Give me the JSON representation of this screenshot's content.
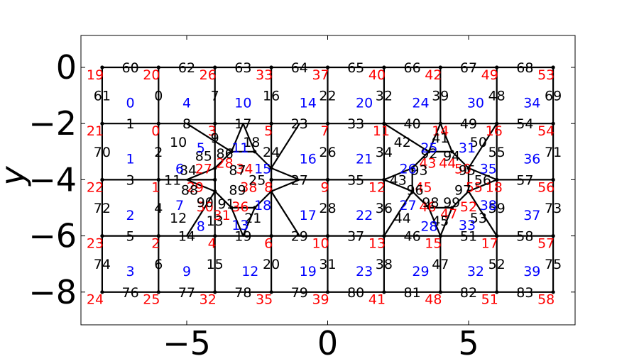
{
  "chart_data": {
    "type": "mesh",
    "x_ticks": [
      "−5",
      "0",
      "5"
    ],
    "y_ticks": [
      "0",
      "−2",
      "−4",
      "−6",
      "−8"
    ],
    "ylabel": "y",
    "colors": {
      "vertex": "#ff0000",
      "edge": "#000000",
      "element": "#0000ff"
    },
    "grid_x": [
      -8,
      -6,
      -4,
      -2,
      0,
      2,
      4,
      6,
      8
    ],
    "grid_y": [
      0,
      -2,
      -4,
      -6,
      -8
    ],
    "hole_centers": [
      [
        -3,
        -4
      ],
      [
        4,
        -4
      ]
    ],
    "octagon_radius": 1.08,
    "labels": [
      {
        "k": "v",
        "t": "19",
        "x": -8.25,
        "y": -0.25
      },
      {
        "k": "v",
        "t": "20",
        "x": -6.25,
        "y": -0.25
      },
      {
        "k": "v",
        "t": "26",
        "x": -4.25,
        "y": -0.25
      },
      {
        "k": "v",
        "t": "33",
        "x": -2.25,
        "y": -0.25
      },
      {
        "k": "v",
        "t": "37",
        "x": -0.25,
        "y": -0.25
      },
      {
        "k": "v",
        "t": "40",
        "x": 1.75,
        "y": -0.25
      },
      {
        "k": "v",
        "t": "42",
        "x": 3.75,
        "y": -0.25
      },
      {
        "k": "v",
        "t": "49",
        "x": 5.75,
        "y": -0.25
      },
      {
        "k": "v",
        "t": "53",
        "x": 7.75,
        "y": -0.25
      },
      {
        "k": "v",
        "t": "21",
        "x": -8.25,
        "y": -2.25
      },
      {
        "k": "v",
        "t": "0",
        "x": -6.1,
        "y": -2.25
      },
      {
        "k": "v",
        "t": "3",
        "x": -4.1,
        "y": -2.25
      },
      {
        "k": "v",
        "t": "5",
        "x": -2.1,
        "y": -2.25
      },
      {
        "k": "v",
        "t": "7",
        "x": -0.1,
        "y": -2.25
      },
      {
        "k": "v",
        "t": "11",
        "x": 1.9,
        "y": -2.25
      },
      {
        "k": "v",
        "t": "14",
        "x": 4.0,
        "y": -2.25
      },
      {
        "k": "v",
        "t": "16",
        "x": 5.9,
        "y": -2.25
      },
      {
        "k": "v",
        "t": "54",
        "x": 7.75,
        "y": -2.25
      },
      {
        "k": "v",
        "t": "22",
        "x": -8.25,
        "y": -4.25
      },
      {
        "k": "v",
        "t": "1",
        "x": -6.1,
        "y": -4.25
      },
      {
        "k": "v",
        "t": "8",
        "x": -2.1,
        "y": -4.25
      },
      {
        "k": "v",
        "t": "9",
        "x": -0.1,
        "y": -4.25
      },
      {
        "k": "v",
        "t": "12",
        "x": 1.75,
        "y": -4.25
      },
      {
        "k": "v",
        "t": "18",
        "x": 5.9,
        "y": -4.25
      },
      {
        "k": "v",
        "t": "56",
        "x": 7.75,
        "y": -4.25
      },
      {
        "k": "v",
        "t": "23",
        "x": -8.25,
        "y": -6.25
      },
      {
        "k": "v",
        "t": "2",
        "x": -6.1,
        "y": -6.25
      },
      {
        "k": "v",
        "t": "4",
        "x": -4.1,
        "y": -6.25
      },
      {
        "k": "v",
        "t": "6",
        "x": -2.1,
        "y": -6.25
      },
      {
        "k": "v",
        "t": "10",
        "x": -0.25,
        "y": -6.25
      },
      {
        "k": "v",
        "t": "13",
        "x": 1.75,
        "y": -6.25
      },
      {
        "k": "v",
        "t": "15",
        "x": 3.75,
        "y": -6.25
      },
      {
        "k": "v",
        "t": "17",
        "x": 5.75,
        "y": -6.25
      },
      {
        "k": "v",
        "t": "57",
        "x": 7.75,
        "y": -6.25
      },
      {
        "k": "v",
        "t": "24",
        "x": -8.25,
        "y": -8.25
      },
      {
        "k": "v",
        "t": "25",
        "x": -6.25,
        "y": -8.25
      },
      {
        "k": "v",
        "t": "32",
        "x": -4.25,
        "y": -8.25
      },
      {
        "k": "v",
        "t": "35",
        "x": -2.25,
        "y": -8.25
      },
      {
        "k": "v",
        "t": "39",
        "x": -0.25,
        "y": -8.25
      },
      {
        "k": "v",
        "t": "41",
        "x": 1.75,
        "y": -8.25
      },
      {
        "k": "v",
        "t": "48",
        "x": 3.75,
        "y": -8.25
      },
      {
        "k": "v",
        "t": "51",
        "x": 5.75,
        "y": -8.25
      },
      {
        "k": "v",
        "t": "58",
        "x": 7.75,
        "y": -8.25
      },
      {
        "k": "v",
        "t": "27",
        "x": -4.4,
        "y": -3.6
      },
      {
        "k": "v",
        "t": "28",
        "x": -3.65,
        "y": -3.4
      },
      {
        "k": "v",
        "t": "34",
        "x": -2.95,
        "y": -3.6
      },
      {
        "k": "v",
        "t": "38",
        "x": -2.8,
        "y": -4.25
      },
      {
        "k": "v",
        "t": "29",
        "x": -4.7,
        "y": -4.25
      },
      {
        "k": "v",
        "t": "30",
        "x": -4.35,
        "y": -4.95
      },
      {
        "k": "v",
        "t": "31",
        "x": -3.75,
        "y": -5.25
      },
      {
        "k": "v",
        "t": "36",
        "x": -3.1,
        "y": -4.95
      },
      {
        "k": "v",
        "t": "43",
        "x": 3.55,
        "y": -3.4
      },
      {
        "k": "v",
        "t": "44",
        "x": 4.25,
        "y": -3.4
      },
      {
        "k": "v",
        "t": "50",
        "x": 4.8,
        "y": -3.6
      },
      {
        "k": "v",
        "t": "45",
        "x": 3.4,
        "y": -4.25
      },
      {
        "k": "v",
        "t": "55",
        "x": 5.2,
        "y": -4.25
      },
      {
        "k": "v",
        "t": "46",
        "x": 3.55,
        "y": -4.95
      },
      {
        "k": "v",
        "t": "47",
        "x": 4.3,
        "y": -5.2
      },
      {
        "k": "v",
        "t": "52",
        "x": 5.0,
        "y": -4.95
      },
      {
        "k": "e",
        "t": "60",
        "x": -7.0,
        "y": 0.0
      },
      {
        "k": "e",
        "t": "62",
        "x": -5.0,
        "y": 0.0
      },
      {
        "k": "e",
        "t": "63",
        "x": -3.0,
        "y": 0.0
      },
      {
        "k": "e",
        "t": "64",
        "x": -1.0,
        "y": 0.0
      },
      {
        "k": "e",
        "t": "65",
        "x": 1.0,
        "y": 0.0
      },
      {
        "k": "e",
        "t": "66",
        "x": 3.0,
        "y": 0.0
      },
      {
        "k": "e",
        "t": "67",
        "x": 5.0,
        "y": 0.0
      },
      {
        "k": "e",
        "t": "68",
        "x": 7.0,
        "y": 0.0
      },
      {
        "k": "e",
        "t": "61",
        "x": -8.0,
        "y": -1.0
      },
      {
        "k": "e",
        "t": "0",
        "x": -6.0,
        "y": -1.0
      },
      {
        "k": "e",
        "t": "7",
        "x": -4.0,
        "y": -1.0
      },
      {
        "k": "e",
        "t": "16",
        "x": -2.0,
        "y": -1.0
      },
      {
        "k": "e",
        "t": "22",
        "x": 0.0,
        "y": -1.0
      },
      {
        "k": "e",
        "t": "32",
        "x": 2.0,
        "y": -1.0
      },
      {
        "k": "e",
        "t": "39",
        "x": 4.0,
        "y": -1.0
      },
      {
        "k": "e",
        "t": "48",
        "x": 6.0,
        "y": -1.0
      },
      {
        "k": "e",
        "t": "69",
        "x": 8.0,
        "y": -1.0
      },
      {
        "k": "e",
        "t": "1",
        "x": -7.0,
        "y": -2.0
      },
      {
        "k": "e",
        "t": "8",
        "x": -5.0,
        "y": -2.0
      },
      {
        "k": "e",
        "t": "17",
        "x": -3.0,
        "y": -2.0
      },
      {
        "k": "e",
        "t": "23",
        "x": -1.0,
        "y": -2.0
      },
      {
        "k": "e",
        "t": "33",
        "x": 1.0,
        "y": -2.0
      },
      {
        "k": "e",
        "t": "40",
        "x": 3.0,
        "y": -2.0
      },
      {
        "k": "e",
        "t": "49",
        "x": 5.0,
        "y": -2.0
      },
      {
        "k": "e",
        "t": "54",
        "x": 7.0,
        "y": -2.0
      },
      {
        "k": "e",
        "t": "70",
        "x": -8.0,
        "y": -3.0
      },
      {
        "k": "e",
        "t": "2",
        "x": -6.0,
        "y": -3.0
      },
      {
        "k": "e",
        "t": "24",
        "x": -2.0,
        "y": -3.0
      },
      {
        "k": "e",
        "t": "26",
        "x": 0.0,
        "y": -3.0
      },
      {
        "k": "e",
        "t": "34",
        "x": 2.0,
        "y": -3.0
      },
      {
        "k": "e",
        "t": "55",
        "x": 6.0,
        "y": -3.0
      },
      {
        "k": "e",
        "t": "71",
        "x": 8.0,
        "y": -3.0
      },
      {
        "k": "e",
        "t": "3",
        "x": -7.0,
        "y": -4.0
      },
      {
        "k": "e",
        "t": "27",
        "x": -1.0,
        "y": -4.0
      },
      {
        "k": "e",
        "t": "35",
        "x": 1.0,
        "y": -4.0
      },
      {
        "k": "e",
        "t": "57",
        "x": 7.0,
        "y": -4.0
      },
      {
        "k": "e",
        "t": "72",
        "x": -8.0,
        "y": -5.0
      },
      {
        "k": "e",
        "t": "4",
        "x": -6.0,
        "y": -5.0
      },
      {
        "k": "e",
        "t": "28",
        "x": 0.0,
        "y": -5.0
      },
      {
        "k": "e",
        "t": "36",
        "x": 2.0,
        "y": -5.0
      },
      {
        "k": "e",
        "t": "59",
        "x": 6.0,
        "y": -5.0
      },
      {
        "k": "e",
        "t": "73",
        "x": 8.0,
        "y": -5.0
      },
      {
        "k": "e",
        "t": "5",
        "x": -7.0,
        "y": -6.0
      },
      {
        "k": "e",
        "t": "14",
        "x": -5.0,
        "y": -6.0
      },
      {
        "k": "e",
        "t": "19",
        "x": -3.0,
        "y": -6.0
      },
      {
        "k": "e",
        "t": "29",
        "x": -1.0,
        "y": -6.0
      },
      {
        "k": "e",
        "t": "37",
        "x": 1.0,
        "y": -6.0
      },
      {
        "k": "e",
        "t": "46",
        "x": 3.0,
        "y": -6.0
      },
      {
        "k": "e",
        "t": "51",
        "x": 5.0,
        "y": -6.0
      },
      {
        "k": "e",
        "t": "58",
        "x": 7.0,
        "y": -6.0
      },
      {
        "k": "e",
        "t": "74",
        "x": -8.0,
        "y": -7.0
      },
      {
        "k": "e",
        "t": "6",
        "x": -6.0,
        "y": -7.0
      },
      {
        "k": "e",
        "t": "15",
        "x": -4.0,
        "y": -7.0
      },
      {
        "k": "e",
        "t": "20",
        "x": -2.0,
        "y": -7.0
      },
      {
        "k": "e",
        "t": "31",
        "x": 0.0,
        "y": -7.0
      },
      {
        "k": "e",
        "t": "38",
        "x": 2.0,
        "y": -7.0
      },
      {
        "k": "e",
        "t": "47",
        "x": 4.0,
        "y": -7.0
      },
      {
        "k": "e",
        "t": "52",
        "x": 6.0,
        "y": -7.0
      },
      {
        "k": "e",
        "t": "75",
        "x": 8.0,
        "y": -7.0
      },
      {
        "k": "e",
        "t": "76",
        "x": -7.0,
        "y": -8.0
      },
      {
        "k": "e",
        "t": "77",
        "x": -5.0,
        "y": -8.0
      },
      {
        "k": "e",
        "t": "78",
        "x": -3.0,
        "y": -8.0
      },
      {
        "k": "e",
        "t": "79",
        "x": -1.0,
        "y": -8.0
      },
      {
        "k": "e",
        "t": "80",
        "x": 1.0,
        "y": -8.0
      },
      {
        "k": "e",
        "t": "81",
        "x": 3.0,
        "y": -8.0
      },
      {
        "k": "e",
        "t": "82",
        "x": 5.0,
        "y": -8.0
      },
      {
        "k": "e",
        "t": "83",
        "x": 7.0,
        "y": -8.0
      },
      {
        "k": "e",
        "t": "10",
        "x": -5.3,
        "y": -2.65
      },
      {
        "k": "e",
        "t": "9",
        "x": -4.0,
        "y": -2.5
      },
      {
        "k": "e",
        "t": "18",
        "x": -2.7,
        "y": -2.65
      },
      {
        "k": "e",
        "t": "85",
        "x": -4.4,
        "y": -3.15
      },
      {
        "k": "e",
        "t": "86",
        "x": -3.65,
        "y": -3.05
      },
      {
        "k": "e",
        "t": "84",
        "x": -4.95,
        "y": -3.65
      },
      {
        "k": "e",
        "t": "87",
        "x": -3.2,
        "y": -3.65
      },
      {
        "k": "e",
        "t": "11",
        "x": -5.5,
        "y": -4.0
      },
      {
        "k": "e",
        "t": "25",
        "x": -2.5,
        "y": -4.0
      },
      {
        "k": "e",
        "t": "88",
        "x": -4.9,
        "y": -4.35
      },
      {
        "k": "e",
        "t": "89",
        "x": -3.2,
        "y": -4.35
      },
      {
        "k": "e",
        "t": "90",
        "x": -4.35,
        "y": -4.8
      },
      {
        "k": "e",
        "t": "91",
        "x": -3.6,
        "y": -4.85
      },
      {
        "k": "e",
        "t": "12",
        "x": -5.3,
        "y": -5.35
      },
      {
        "k": "e",
        "t": "13",
        "x": -4.0,
        "y": -5.45
      },
      {
        "k": "e",
        "t": "21",
        "x": -2.65,
        "y": -5.35
      },
      {
        "k": "e",
        "t": "42",
        "x": 2.65,
        "y": -2.65
      },
      {
        "k": "e",
        "t": "41",
        "x": 4.0,
        "y": -2.5
      },
      {
        "k": "e",
        "t": "50",
        "x": 5.35,
        "y": -2.65
      },
      {
        "k": "e",
        "t": "92",
        "x": 3.6,
        "y": -3.05
      },
      {
        "k": "e",
        "t": "94",
        "x": 4.4,
        "y": -3.15
      },
      {
        "k": "e",
        "t": "93",
        "x": 3.25,
        "y": -3.65
      },
      {
        "k": "e",
        "t": "95",
        "x": 4.95,
        "y": -3.65
      },
      {
        "k": "e",
        "t": "43",
        "x": 2.5,
        "y": -4.0
      },
      {
        "k": "e",
        "t": "56",
        "x": 5.5,
        "y": -4.0
      },
      {
        "k": "e",
        "t": "96",
        "x": 3.1,
        "y": -4.35
      },
      {
        "k": "e",
        "t": "97",
        "x": 4.8,
        "y": -4.35
      },
      {
        "k": "e",
        "t": "98",
        "x": 3.65,
        "y": -4.8
      },
      {
        "k": "e",
        "t": "99",
        "x": 4.4,
        "y": -4.8
      },
      {
        "k": "e",
        "t": "44",
        "x": 2.65,
        "y": -5.35
      },
      {
        "k": "e",
        "t": "45",
        "x": 4.0,
        "y": -5.45
      },
      {
        "k": "e",
        "t": "53",
        "x": 5.35,
        "y": -5.35
      },
      {
        "k": "c",
        "t": "0",
        "x": -7.0,
        "y": -1.25
      },
      {
        "k": "c",
        "t": "4",
        "x": -5.0,
        "y": -1.25
      },
      {
        "k": "c",
        "t": "10",
        "x": -3.0,
        "y": -1.25
      },
      {
        "k": "c",
        "t": "14",
        "x": -0.7,
        "y": -1.25
      },
      {
        "k": "c",
        "t": "20",
        "x": 1.3,
        "y": -1.25
      },
      {
        "k": "c",
        "t": "24",
        "x": 3.3,
        "y": -1.25
      },
      {
        "k": "c",
        "t": "30",
        "x": 5.25,
        "y": -1.25
      },
      {
        "k": "c",
        "t": "34",
        "x": 7.25,
        "y": -1.25
      },
      {
        "k": "c",
        "t": "1",
        "x": -7.0,
        "y": -3.25
      },
      {
        "k": "c",
        "t": "16",
        "x": -0.7,
        "y": -3.25
      },
      {
        "k": "c",
        "t": "21",
        "x": 1.3,
        "y": -3.25
      },
      {
        "k": "c",
        "t": "36",
        "x": 7.25,
        "y": -3.25
      },
      {
        "k": "c",
        "t": "2",
        "x": -7.0,
        "y": -5.25
      },
      {
        "k": "c",
        "t": "17",
        "x": -0.7,
        "y": -5.25
      },
      {
        "k": "c",
        "t": "22",
        "x": 1.3,
        "y": -5.25
      },
      {
        "k": "c",
        "t": "37",
        "x": 7.25,
        "y": -5.25
      },
      {
        "k": "c",
        "t": "3",
        "x": -7.0,
        "y": -7.25
      },
      {
        "k": "c",
        "t": "9",
        "x": -5.0,
        "y": -7.25
      },
      {
        "k": "c",
        "t": "12",
        "x": -2.75,
        "y": -7.25
      },
      {
        "k": "c",
        "t": "19",
        "x": -0.7,
        "y": -7.25
      },
      {
        "k": "c",
        "t": "23",
        "x": 1.3,
        "y": -7.25
      },
      {
        "k": "c",
        "t": "29",
        "x": 3.3,
        "y": -7.25
      },
      {
        "k": "c",
        "t": "32",
        "x": 5.25,
        "y": -7.25
      },
      {
        "k": "c",
        "t": "39",
        "x": 7.25,
        "y": -7.25
      },
      {
        "k": "c",
        "t": "5",
        "x": -4.5,
        "y": -2.85
      },
      {
        "k": "c",
        "t": "11",
        "x": -3.1,
        "y": -2.85
      },
      {
        "k": "c",
        "t": "6",
        "x": -5.25,
        "y": -3.6
      },
      {
        "k": "c",
        "t": "15",
        "x": -2.3,
        "y": -3.6
      },
      {
        "k": "c",
        "t": "7",
        "x": -5.25,
        "y": -4.9
      },
      {
        "k": "c",
        "t": "18",
        "x": -2.3,
        "y": -4.9
      },
      {
        "k": "c",
        "t": "8",
        "x": -4.5,
        "y": -5.65
      },
      {
        "k": "c",
        "t": "13",
        "x": -3.1,
        "y": -5.6
      },
      {
        "k": "c",
        "t": "25",
        "x": 3.6,
        "y": -2.85
      },
      {
        "k": "c",
        "t": "31",
        "x": 4.95,
        "y": -2.85
      },
      {
        "k": "c",
        "t": "26",
        "x": 2.85,
        "y": -3.6
      },
      {
        "k": "c",
        "t": "35",
        "x": 5.7,
        "y": -3.6
      },
      {
        "k": "c",
        "t": "27",
        "x": 2.85,
        "y": -4.9
      },
      {
        "k": "c",
        "t": "38",
        "x": 5.7,
        "y": -4.9
      },
      {
        "k": "c",
        "t": "28",
        "x": 3.6,
        "y": -5.65
      },
      {
        "k": "c",
        "t": "33",
        "x": 4.95,
        "y": -5.6
      }
    ]
  }
}
